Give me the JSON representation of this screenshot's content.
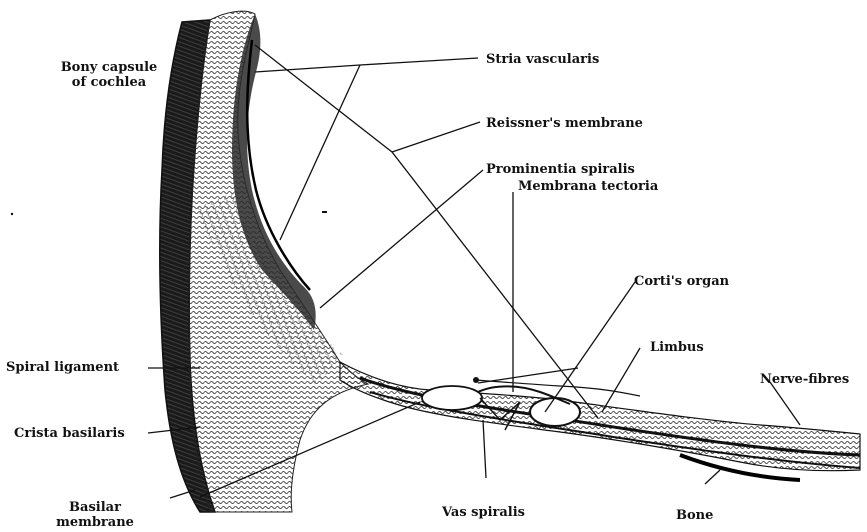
{
  "labels": {
    "bony_capsule": "Bony capsule\nof cochlea",
    "stria_vascularis": "Stria vascularis",
    "reissners_membrane": "Reissner's membrane",
    "prominentia_spiralis": "Prominentia spiralis",
    "membrana_tectoria": "Membrana tectoria",
    "cortis_organ": "Corti's organ",
    "limbus": "Limbus",
    "nerve_fibres": "Nerve-fibres",
    "spiral_ligament": "Spiral ligament",
    "crista_basilaris": "Crista basilaris",
    "basilar_membrane": "Basilar\nmembrane",
    "vas_spiralis": "Vas spiralis",
    "bone": "Bone"
  },
  "colors": {
    "ink": "#111111",
    "tissue_dark": "#1a1a1a",
    "tissue_mid": "#3a3a3a",
    "background": "#ffffff"
  }
}
